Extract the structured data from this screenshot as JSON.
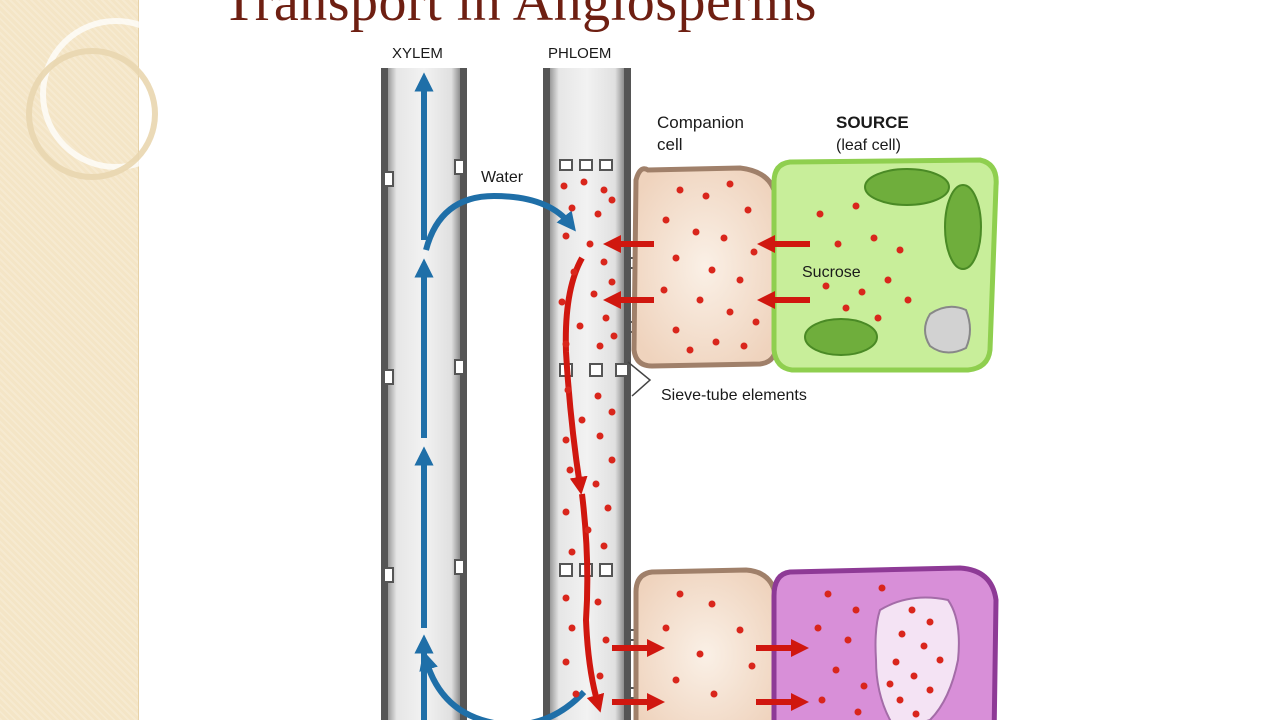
{
  "slide": {
    "title": "Transport in Angiosperms"
  },
  "diagram": {
    "labels": {
      "xylem": "XYLEM",
      "phloem": "PHLOEM",
      "companion_cell_line1": "Companion",
      "companion_cell_line2": "cell",
      "source_title": "SOURCE",
      "source_sub": "(leaf cell)",
      "water": "Water",
      "sucrose": "Sucrose",
      "sieve_tube": "Sieve-tube elements"
    },
    "colors": {
      "title": "#6e1f12",
      "water_arrow": "#1f6fa8",
      "sucrose_arrow": "#d0170f",
      "sugar_dot": "#d9261c",
      "companion_fill": "#f3dccb",
      "companion_border": "#a0806a",
      "leaf_fill": "#c8ee9a",
      "leaf_border": "#8fcf4f",
      "chloroplast": "#6fae3c",
      "sink_fill": "#d88fd8",
      "sink_border": "#8e3a96",
      "tube_fill": "#d8d8d8",
      "tube_border": "#555555"
    },
    "icons": [
      "water-arrow-icon",
      "sucrose-arrow-icon",
      "chloroplast-icon",
      "vacuole-icon"
    ]
  }
}
